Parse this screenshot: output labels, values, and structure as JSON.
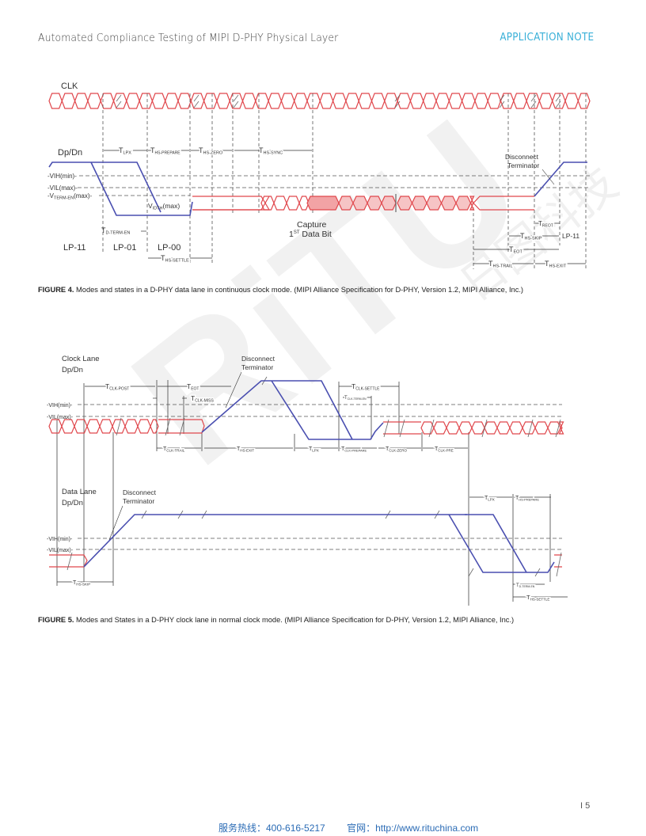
{
  "header": {
    "title": "Automated Compliance Testing of MIPI D-PHY Physical Layer",
    "section": "APPLICATION NOTE"
  },
  "colors": {
    "accent": "#3ab0d8",
    "hs_signal": "#e0474c",
    "lp_signal": "#4a4fb0",
    "footer": "#2a6bb5"
  },
  "watermark": {
    "logo": "RiTU",
    "cn": "日图科技"
  },
  "figure4": {
    "clk": "CLK",
    "dpdn": "Dp/Dn",
    "vih": "-VIH(min)-",
    "vil": "-VIL(max)-",
    "vterm": {
      "pre": "-V",
      "sub": "TERM-EN",
      "post": "(max)-"
    },
    "vidth": {
      "pre": "V",
      "sub": "IDTH",
      "post": "(max)"
    },
    "t_lpx": {
      "t": "T",
      "sub": "LPX"
    },
    "t_hs_prepare": {
      "t": "T",
      "sub": "HS-PREPARE"
    },
    "t_hs_zero": {
      "t": "T",
      "sub": "HS-ZERO"
    },
    "t_hs_sync": {
      "t": "T",
      "sub": "HS-SYNC"
    },
    "t_d_term_en": {
      "t": "T",
      "sub": "D-TERM-EN"
    },
    "t_hs_settle": {
      "t": "T",
      "sub": "HS-SETTLE"
    },
    "t_reot": {
      "t": "T",
      "sub": "REOT"
    },
    "t_hs_skip": {
      "t": "T",
      "sub": "HS-SKIP"
    },
    "t_eot": {
      "t": "T",
      "sub": "EOT"
    },
    "t_hs_trail": {
      "t": "T",
      "sub": "HS-TRAIL"
    },
    "t_hs_exit": {
      "t": "T",
      "sub": "HS-EXIT"
    },
    "lp11": "LP-11",
    "lp01": "LP-01",
    "lp00": "LP-00",
    "lp11_right": "LP-11",
    "capture": {
      "line1": "Capture",
      "pre": "1",
      "sup": "ST",
      "post": " Data Bit"
    },
    "disconnect": {
      "line1": "Disconnect",
      "line2": "Terminator"
    },
    "caption_label": "FIGURE 4.",
    "caption_text": " Modes and states in a D-PHY data lane in continuous clock mode. (MIPI Alliance Specification for D-PHY, Version 1.2, MIPI Alliance, Inc.)"
  },
  "figure5": {
    "clock_lane": "Clock Lane",
    "clock_dpdn": "Dp/Dn",
    "data_lane": "Data Lane",
    "data_dpdn": "Dp/Dn",
    "vih": "-VIH(min)-",
    "vil": "-VIL(max)-",
    "vih2": "-VIH(min)-",
    "vil2": "-VIL(max)-",
    "disconnect_clk": {
      "line1": "Disconnect",
      "line2": "Terminator"
    },
    "disconnect_data": {
      "line1": "Disconnect",
      "line2": "Terminator"
    },
    "t_clk_post": {
      "t": "T",
      "sub": "CLK-POST"
    },
    "t_eot": {
      "t": "T",
      "sub": "EOT"
    },
    "t_clk_miss": {
      "t": "T",
      "sub": "CLK-MISS"
    },
    "t_clk_settle": {
      "t": "T",
      "sub": "CLK-SETTLE"
    },
    "t_clk_term_en": {
      "t": "T",
      "sub": "CLK-TERM-EN"
    },
    "t_clk_trail": {
      "t": "T",
      "sub": "CLK-TRAIL"
    },
    "t_hs_exit": {
      "t": "T",
      "sub": "HS-EXIT"
    },
    "t_lpx": {
      "t": "T",
      "sub": "LPX"
    },
    "t_clk_prepare": {
      "t": "T",
      "sub": "CLK-PREPARE"
    },
    "t_clk_zero": {
      "t": "T",
      "sub": "CLK-ZERO"
    },
    "t_clk_pre": {
      "t": "T",
      "sub": "CLK-PRE"
    },
    "t_hs_skip": {
      "t": "T",
      "sub": "HS-SKIP"
    },
    "t_lpx_data": {
      "t": "T",
      "sub": "LPX"
    },
    "t_hs_prepare": {
      "t": "T",
      "sub": "HS-PREPARE"
    },
    "t_d_term_en": {
      "t": "T",
      "sub": "D-TERM-EN"
    },
    "t_hs_settle": {
      "t": "T",
      "sub": "HS-SETTLE"
    },
    "caption_label": "FIGURE 5.",
    "caption_text": " Modes and States in a D-PHY clock lane in normal clock mode. (MIPI Alliance Specification for D-PHY, Version 1.2, MIPI Alliance, Inc.)"
  },
  "page_number": "I  5",
  "footer": {
    "hotline": "服务热线：400-616-5217",
    "website": "官网：http://www.rituchina.com"
  }
}
